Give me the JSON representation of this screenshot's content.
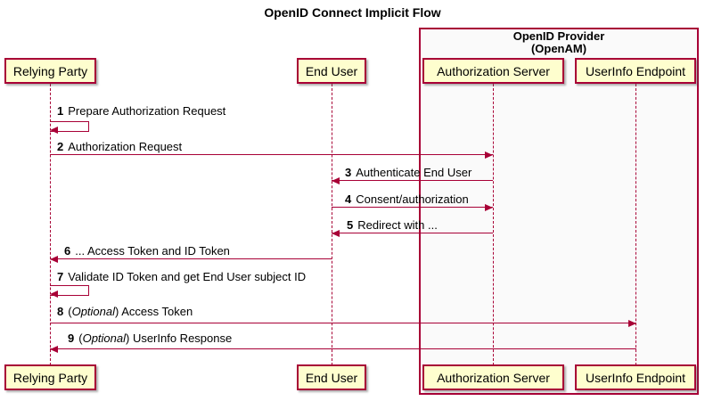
{
  "title": "OpenID Connect Implicit Flow",
  "provider_box": {
    "title_line1": "OpenID Provider",
    "title_line2": "(OpenAM)"
  },
  "participants": [
    {
      "name": "Relying Party"
    },
    {
      "name": "End User"
    },
    {
      "name": "Authorization Server"
    },
    {
      "name": "UserInfo Endpoint"
    }
  ],
  "messages": [
    {
      "num": "1",
      "pre": "Prepare Authorization Request",
      "italic": "",
      "post": "",
      "from": "Relying Party",
      "to": "Relying Party",
      "kind": "self"
    },
    {
      "num": "2",
      "pre": "Authorization Request",
      "italic": "",
      "post": "",
      "from": "Relying Party",
      "to": "Authorization Server",
      "kind": "arrow-right"
    },
    {
      "num": "3",
      "pre": "Authenticate End User",
      "italic": "",
      "post": "",
      "from": "Authorization Server",
      "to": "End User",
      "kind": "arrow-left"
    },
    {
      "num": "4",
      "pre": "Consent/authorization",
      "italic": "",
      "post": "",
      "from": "End User",
      "to": "Authorization Server",
      "kind": "arrow-right"
    },
    {
      "num": "5",
      "pre": "Redirect with ...",
      "italic": "",
      "post": "",
      "from": "Authorization Server",
      "to": "End User",
      "kind": "arrow-left"
    },
    {
      "num": "6",
      "pre": "... Access Token and ID Token",
      "italic": "",
      "post": "",
      "from": "End User",
      "to": "Relying Party",
      "kind": "arrow-left"
    },
    {
      "num": "7",
      "pre": "Validate ID Token and get End User subject ID",
      "italic": "",
      "post": "",
      "from": "Relying Party",
      "to": "Relying Party",
      "kind": "self"
    },
    {
      "num": "8",
      "pre": "(",
      "italic": "Optional",
      "post": ") Access Token",
      "from": "Relying Party",
      "to": "UserInfo Endpoint",
      "kind": "arrow-right"
    },
    {
      "num": "9",
      "pre": "(",
      "italic": "Optional",
      "post": ") UserInfo Response",
      "from": "UserInfo Endpoint",
      "to": "Relying Party",
      "kind": "arrow-left"
    }
  ],
  "colors": {
    "accent": "#A80036",
    "participant_fill": "#FEFECE",
    "provider_box_fill": "#FAFAFA",
    "text": "#000000"
  }
}
